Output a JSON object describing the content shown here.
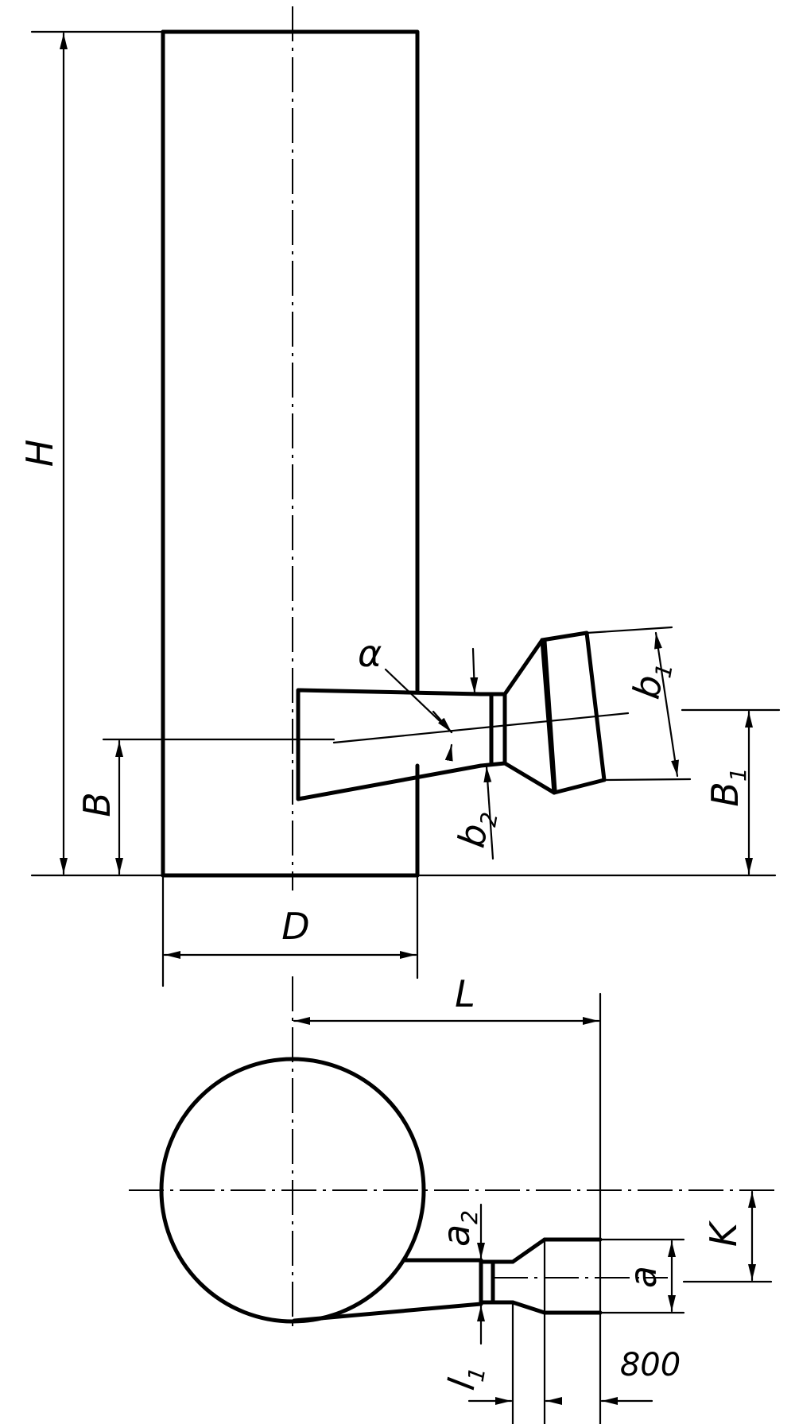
{
  "labels": {
    "H": "H",
    "B": "B",
    "D": "D",
    "L": "L",
    "alpha": "α",
    "b": "b",
    "b1_sub": "1",
    "b2_sub": "2",
    "B1": "B",
    "B1_sub": "1",
    "K": "K",
    "a": "a",
    "a2": "a",
    "a2_sub": "2",
    "l1": "l",
    "l1_sub": "1",
    "dim_800": "800"
  }
}
